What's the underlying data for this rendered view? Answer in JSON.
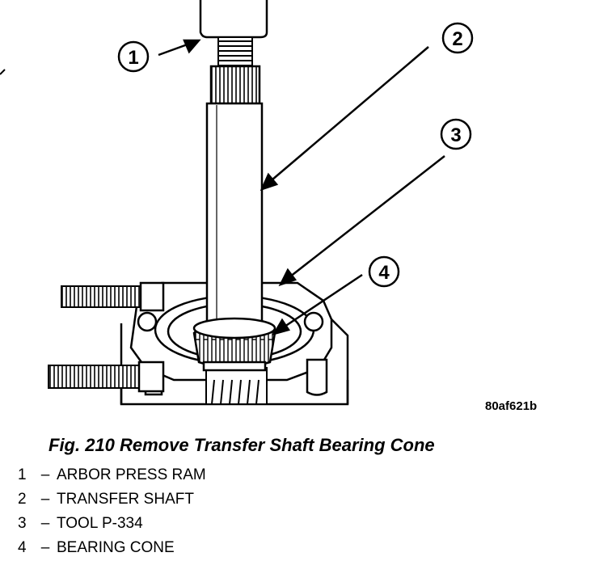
{
  "figure": {
    "code": "80af621b",
    "caption": "Fig. 210 Remove Transfer Shaft Bearing Cone",
    "callouts": [
      "1",
      "2",
      "3",
      "4"
    ],
    "legend": [
      {
        "num": "1",
        "dash": "–",
        "text": "ARBOR PRESS RAM"
      },
      {
        "num": "2",
        "dash": "–",
        "text": "TRANSFER SHAFT"
      },
      {
        "num": "3",
        "dash": "–",
        "text": "TOOL P-334"
      },
      {
        "num": "4",
        "dash": "–",
        "text": "BEARING CONE"
      }
    ]
  }
}
